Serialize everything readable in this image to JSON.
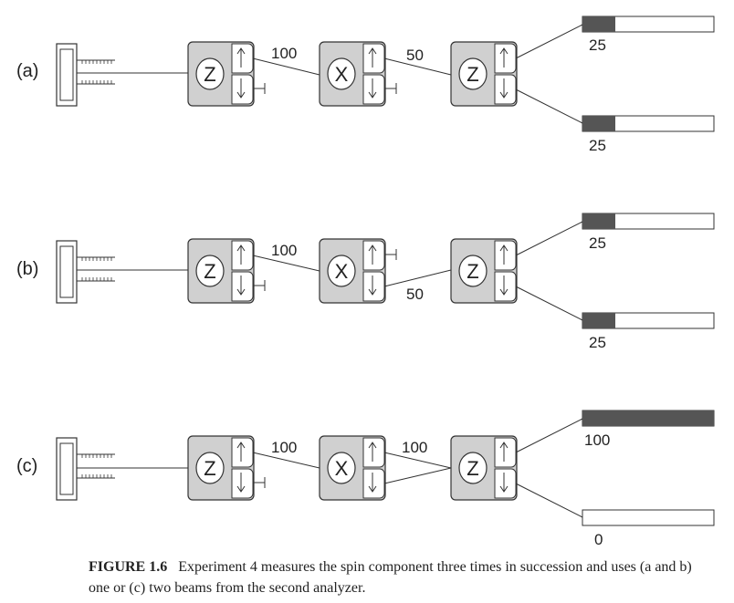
{
  "figure": {
    "label": "FIGURE 1.6",
    "caption": "Experiment 4 measures the spin component three times in succession and uses (a and b) one or (c) two beams from the second analyzer."
  },
  "colors": {
    "analyzer_fill": "#d0d0d0",
    "bar_fill": "#555555",
    "stroke": "#333333",
    "background": "#ffffff"
  },
  "icons": {
    "up_port": "up-arrow-icon",
    "down_port": "down-arrow-icon",
    "blocked_port": "beam-stop-icon",
    "oven": "oven-icon"
  },
  "experiments": [
    {
      "label": "(a)",
      "analyzers": [
        "Z",
        "X",
        "Z"
      ],
      "first_to_second": "100",
      "second_to_third": "50",
      "second_output": "up",
      "counters": [
        {
          "label": "25",
          "fraction": 0.25
        },
        {
          "label": "25",
          "fraction": 0.25
        }
      ]
    },
    {
      "label": "(b)",
      "analyzers": [
        "Z",
        "X",
        "Z"
      ],
      "first_to_second": "100",
      "second_to_third": "50",
      "second_output": "down",
      "counters": [
        {
          "label": "25",
          "fraction": 0.25
        },
        {
          "label": "25",
          "fraction": 0.25
        }
      ]
    },
    {
      "label": "(c)",
      "analyzers": [
        "Z",
        "X",
        "Z"
      ],
      "first_to_second": "100",
      "second_to_third": "100",
      "second_output": "both",
      "counters": [
        {
          "label": "100",
          "fraction": 1.0
        },
        {
          "label": "0",
          "fraction": 0.0
        }
      ]
    }
  ]
}
